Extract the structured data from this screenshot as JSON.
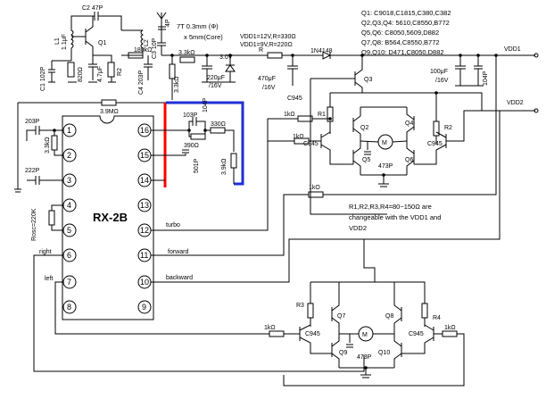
{
  "ic": {
    "name": "RX-2B",
    "top_resistor": "3.9MΩ",
    "pins_left": [
      "1",
      "2",
      "3",
      "4",
      "5",
      "6",
      "7",
      "8"
    ],
    "pins_right": [
      "16",
      "15",
      "14",
      "13",
      "12",
      "11",
      "10",
      "9"
    ]
  },
  "transistor_list": [
    "Q1: C9018,C1815,C380,C382",
    "Q2,Q3,Q4: 5610,C8550,B772",
    "Q5,Q6: C8050,5609,D882",
    "Q7,Q8: B564,C8550,B772",
    "Q9,Q10: D471,C8050,D882"
  ],
  "supply_notes": [
    "VDD1=12V,R=330Ω",
    "VDD1=9V,R=220Ω"
  ],
  "antenna_coil": [
    "7T 0.3mm (Φ)",
    "x 5mm(Core)"
  ],
  "note": [
    "R1,R2,R3,R4=80~150Ω are",
    "changeable with the VDD1 and",
    "VDD2"
  ],
  "labels": {
    "c2": "C2 47P",
    "l1": "L1",
    "l1_val": "1.1μF",
    "q1": "Q1",
    "l2": "L2",
    "c3": "C3 10P",
    "c4": "C4 203P",
    "ant_cap": "4P",
    "c1": "C1 102P",
    "r_820": "820Ω",
    "c_47u": "4.7μF",
    "r2_lbl": "R2",
    "r_180k": "180kΩ",
    "r_33k_v": "3.3kΩ",
    "r_33k_h": "3.3kΩ",
    "cap_220u": "220μF",
    "cap_220u_v": "/16V",
    "v30": "3.0V",
    "r_pwr": "R",
    "cap_470u": "470μF",
    "cap_470u_v": "/16V",
    "d_1n4148": "1N4148",
    "cap_100u": "100μF",
    "cap_100u_v": "/16V",
    "cap_104p_a": "104P",
    "cap_104p_b": "104P",
    "vdd1": "VDD1",
    "vdd2": "VDD2",
    "c_203p": "203P",
    "r_33k_pin2": "3.3kΩ",
    "c_222p": "222P",
    "r_osc": "Rosc=220K",
    "c_103p": "103P",
    "r_330": "330Ω",
    "r_390": "390Ω",
    "c_501p": "501P",
    "r_39k": "3.9kΩ",
    "turbo": "turbo",
    "forward": "forward",
    "backward": "backward",
    "right": "right",
    "left": "left",
    "r_1k_a": "1kΩ",
    "r_1k_b": "1kΩ",
    "r_1k_c": "1kO",
    "r_1k_d": "1kΩ",
    "r_1k_e": "1kΩ",
    "c945_a": "C945",
    "c945_b": "C945",
    "c945_c": "C945",
    "c945_d": "C945",
    "q2": "Q2",
    "q3": "Q3",
    "q4": "Q4",
    "q5": "Q5",
    "q6": "Q6",
    "q7": "Q7",
    "q8": "Q8",
    "q9": "Q9",
    "q10": "Q10",
    "r1": "R1",
    "r2": "R2",
    "r3": "R3",
    "r4": "R4",
    "motor": "M",
    "cap_473p_a": "473P",
    "cap_473p_b": "473P"
  },
  "highlight_colors": {
    "red": "#ff0000",
    "blue": "#1f2fd6"
  }
}
